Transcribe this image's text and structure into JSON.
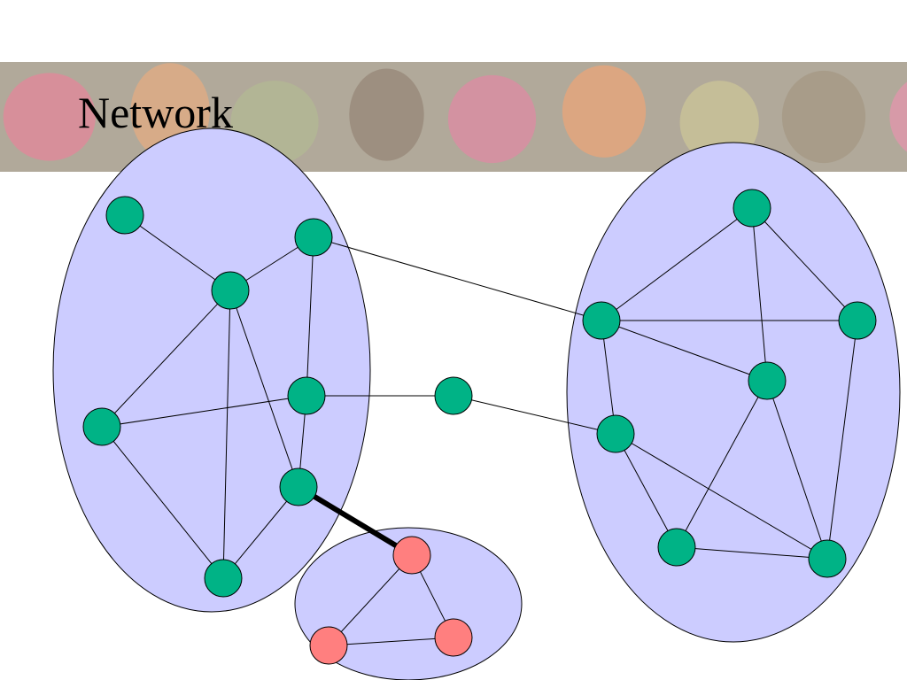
{
  "title": "Network",
  "colors": {
    "cluster_fill": "#ccccff",
    "cluster_stroke": "#000000",
    "node_green": "#00b386",
    "node_red": "#ff7f7f",
    "node_stroke": "#000000",
    "edge": "#000000",
    "banner_tiles": [
      "#d97a8c",
      "#d9a074",
      "#a8ad86",
      "#8c7a6a",
      "#d47e96",
      "#e0996b",
      "#c2b88a",
      "#9a8c76",
      "#d98aa0"
    ]
  },
  "diagram": {
    "clusters": [
      {
        "id": "cluster-left",
        "nodes": [
          "L1",
          "L2",
          "L3",
          "L4",
          "L5",
          "L6",
          "L7"
        ]
      },
      {
        "id": "cluster-right",
        "nodes": [
          "R1",
          "R2",
          "R3",
          "R4",
          "R5",
          "R6",
          "R7"
        ]
      },
      {
        "id": "cluster-bottom",
        "nodes": [
          "B1",
          "B2",
          "B3"
        ]
      }
    ],
    "nodes": [
      {
        "id": "L1",
        "color": "green"
      },
      {
        "id": "L2",
        "color": "green"
      },
      {
        "id": "L3",
        "color": "green"
      },
      {
        "id": "L4",
        "color": "green"
      },
      {
        "id": "L5",
        "color": "green"
      },
      {
        "id": "L6",
        "color": "green"
      },
      {
        "id": "L7",
        "color": "green"
      },
      {
        "id": "M",
        "color": "green"
      },
      {
        "id": "R1",
        "color": "green"
      },
      {
        "id": "R2",
        "color": "green"
      },
      {
        "id": "R3",
        "color": "green"
      },
      {
        "id": "R4",
        "color": "green"
      },
      {
        "id": "R5",
        "color": "green"
      },
      {
        "id": "R6",
        "color": "green"
      },
      {
        "id": "R7",
        "color": "green"
      },
      {
        "id": "B1",
        "color": "red"
      },
      {
        "id": "B2",
        "color": "red"
      },
      {
        "id": "B3",
        "color": "red"
      }
    ],
    "edges": [
      {
        "from": "L1",
        "to": "L3"
      },
      {
        "from": "L2",
        "to": "L3"
      },
      {
        "from": "L2",
        "to": "L5"
      },
      {
        "from": "L2",
        "to": "R2"
      },
      {
        "from": "L3",
        "to": "L4"
      },
      {
        "from": "L3",
        "to": "L6"
      },
      {
        "from": "L3",
        "to": "L7"
      },
      {
        "from": "L4",
        "to": "L5"
      },
      {
        "from": "L4",
        "to": "L7"
      },
      {
        "from": "L5",
        "to": "L6"
      },
      {
        "from": "L5",
        "to": "M"
      },
      {
        "from": "L6",
        "to": "L7"
      },
      {
        "from": "L6",
        "to": "B1",
        "bold": true
      },
      {
        "from": "M",
        "to": "R5"
      },
      {
        "from": "R1",
        "to": "R2"
      },
      {
        "from": "R1",
        "to": "R3"
      },
      {
        "from": "R1",
        "to": "R4"
      },
      {
        "from": "R2",
        "to": "R3"
      },
      {
        "from": "R2",
        "to": "R4"
      },
      {
        "from": "R2",
        "to": "R5"
      },
      {
        "from": "R3",
        "to": "R7"
      },
      {
        "from": "R4",
        "to": "R6"
      },
      {
        "from": "R4",
        "to": "R7"
      },
      {
        "from": "R5",
        "to": "R6"
      },
      {
        "from": "R5",
        "to": "R7"
      },
      {
        "from": "R6",
        "to": "R7"
      },
      {
        "from": "B1",
        "to": "B2"
      },
      {
        "from": "B1",
        "to": "B3"
      },
      {
        "from": "B2",
        "to": "B3"
      }
    ]
  }
}
